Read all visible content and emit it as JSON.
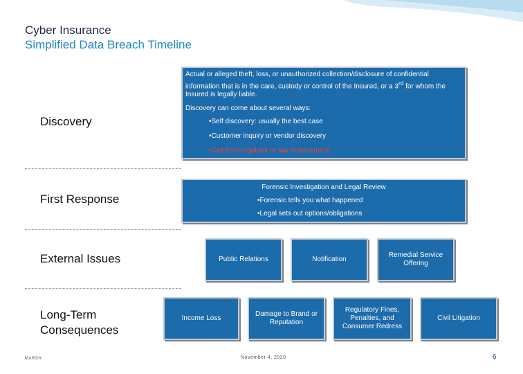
{
  "header": {
    "title": "Cyber Insurance",
    "subtitle": "Simplified Data Breach Timeline"
  },
  "stages": {
    "discovery": "Discovery",
    "first_response": "First Response",
    "external_issues": "External Issues",
    "long_term_line1": "Long-Term",
    "long_term_line2": "Consequences"
  },
  "discovery_box": {
    "definition_part1": "Actual or alleged theft, loss, or unauthorized collection/disclosure of confidential information that is in the care, custody or control of the Insured, or a 3",
    "definition_sup": "rd",
    "definition_part2": " for whom the Insured is legally liable.",
    "ways_intro": "Discovery can come about several ways:",
    "bullets": [
      "Self discovery: usually the best case",
      "Customer inquiry or vendor discovery",
      "Call from regulator or law enforcement"
    ]
  },
  "first_response_box": {
    "heading": "Forensic Investigation and Legal Review",
    "bullets": [
      "Forensic tells you what happened",
      "Legal sets out options/obligations"
    ]
  },
  "external_issues": [
    "Public Relations",
    "Notification",
    "Remedial Service Offering"
  ],
  "consequences": [
    "Income Loss",
    "Damage to Brand or Reputation",
    "Regulatory Fines, Penalties, and Consumer Redress",
    "Civil Litigation"
  ],
  "footer": {
    "brand": "MARSH",
    "date": "November 4, 2020",
    "page_number": "6"
  },
  "colors": {
    "box_fill": "#1c6bab",
    "accent_title": "#1e88c8",
    "warning_bullet": "#ff3b30"
  }
}
